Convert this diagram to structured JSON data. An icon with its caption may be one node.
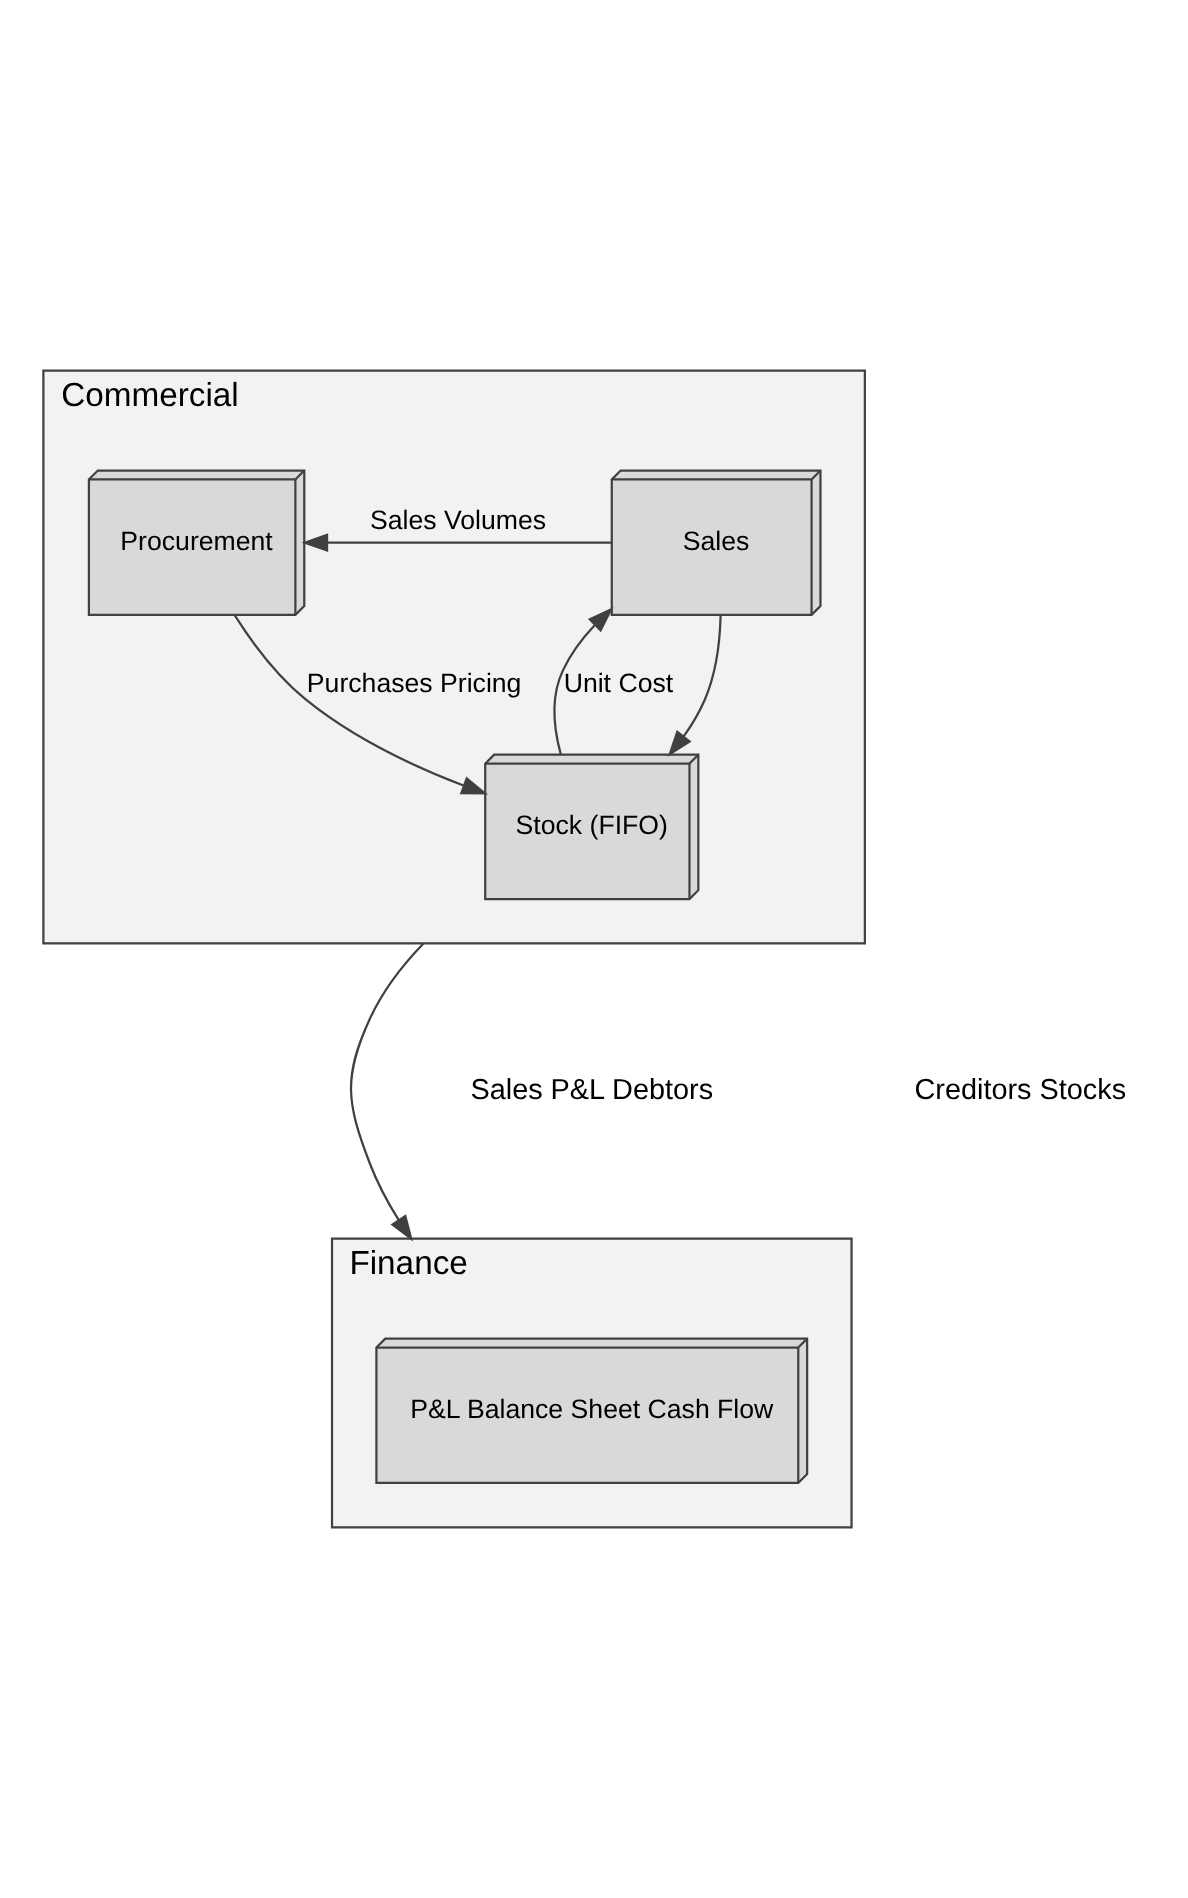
{
  "diagram": {
    "nodes": [
      {
        "text": [
          "Commercial"
        ]
      },
      {
        "text": [
          "Procurement"
        ],
        "in": 0
      },
      {
        "text": [
          "Sales"
        ],
        "in": 0
      },
      {
        "text": [
          "Stock (FIFO)"
        ],
        "in": 0
      },
      {
        "text": [
          "Finance"
        ]
      },
      {
        "text": [
          "P&L Balance Sheet Cash Flow"
        ],
        "in": 4
      }
    ],
    "edges": [
      {
        "from": 2,
        "to": 1,
        "arrow": "to",
        "label": "Sales Volumes"
      },
      {
        "from": 1,
        "to": 3,
        "arrow": "to",
        "label": "Purchases Pricing"
      },
      {
        "from": 2,
        "to": 3,
        "arrow": "to"
      },
      {
        "from": 3,
        "to": 2,
        "arrow": "to",
        "label": "Unit Cost"
      },
      {
        "from": 0,
        "to": 4,
        "arrow": "to"
      }
    ],
    "labels": [
      "Sales P&L Debtors",
      "Creditors Stocks"
    ]
  }
}
